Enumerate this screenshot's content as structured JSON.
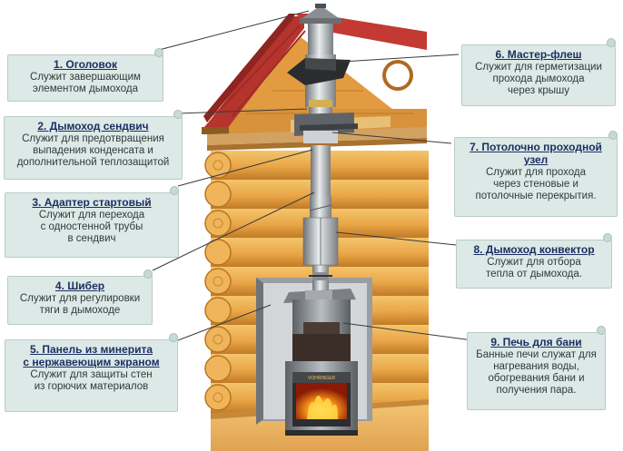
{
  "callouts": [
    {
      "id": "c1",
      "title": "1. Оголовок",
      "desc": "Служит завершающим\nэлементом дымохода"
    },
    {
      "id": "c2",
      "title": "2. Дымоход сендвич",
      "desc": "Служит для предотвращения\nвыпадения конденсата и\nдополнительной теплозащитой"
    },
    {
      "id": "c3",
      "title": "3. Адаптер стартовый",
      "desc": "Служит для перехода\nс одностенной трубы\nв сендвич"
    },
    {
      "id": "c4",
      "title": "4. Шибер",
      "desc": "Служит для регулировки\nтяги в дымоходе"
    },
    {
      "id": "c5",
      "title": "5. Панель из минерита\nс нержавеющим экраном",
      "desc": "Служит для защиты стен\nиз горючих материалов"
    },
    {
      "id": "c6",
      "title": "6. Мастер-флеш",
      "desc": "Служит для герметизации\nпрохода дымохода\nчерез крышу"
    },
    {
      "id": "c7",
      "title": "7. Потолочно проходной\nузел",
      "desc": "Служит для прохода\nчерез стеновые и\nпотолочные перекрытия."
    },
    {
      "id": "c8",
      "title": "8. Дымоход конвектор",
      "desc": "Служит для отбора\nтепла от дымохода."
    },
    {
      "id": "c9",
      "title": "9. Печь для бани",
      "desc": "Банные печи служат для\nнагревания воды,\nобогревания бани и\nполучения пара."
    }
  ],
  "stove": {
    "brand": "VOHRINGER"
  },
  "colors": {
    "roof": "#c23a32",
    "wood": "#e7a54a",
    "wood_dark": "#c9812c",
    "callout_bg": "#dce9e6",
    "title_blue": "#1c2f63"
  }
}
